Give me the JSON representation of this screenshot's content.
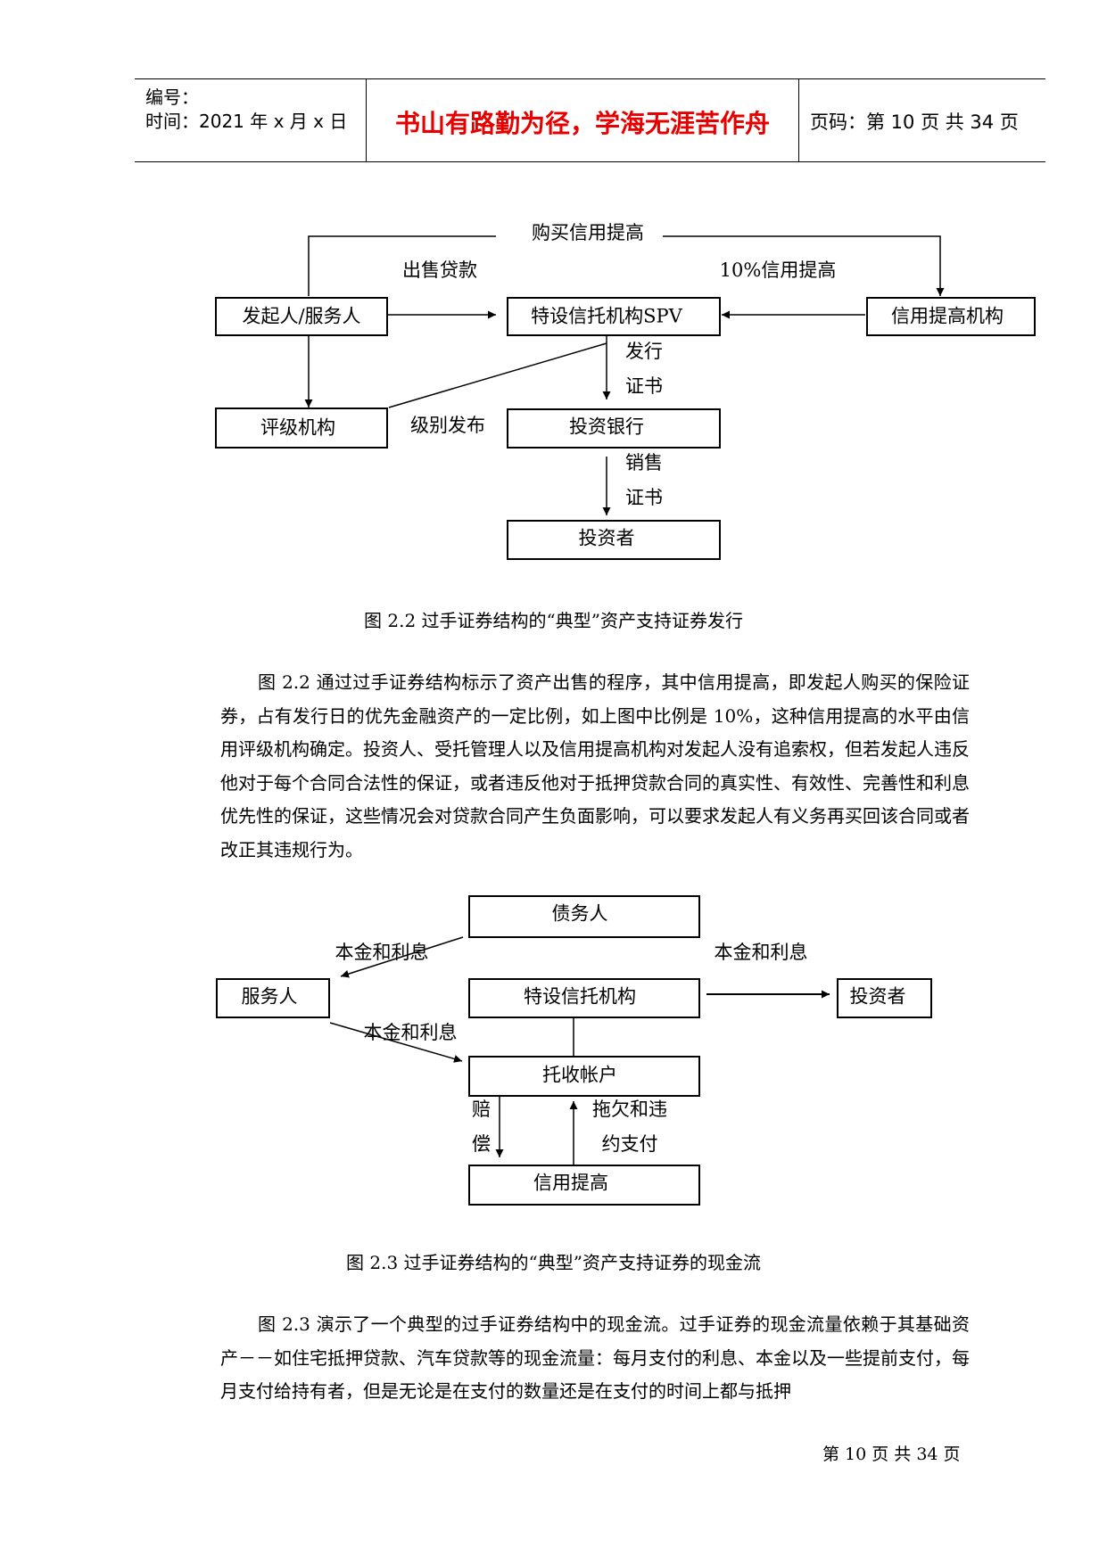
{
  "header": {
    "number_label": "编号：",
    "time_label": "时间：2021 年 x 月 x 日",
    "motto": "书山有路勤为径，学海无涯苦作舟",
    "page_info": "页码：第 10 页  共 34 页"
  },
  "figure1": {
    "nodes": {
      "originator": "发起人/服务人",
      "spv": "特设信托机构SPV",
      "credit_enhancer": "信用提高机构",
      "rating_agency": "评级机构",
      "investment_bank": "投资银行",
      "investors": "投资者"
    },
    "labels": {
      "buy_credit_enhancement": "购买信用提高",
      "sell_loans": "出售贷款",
      "ten_percent": "10%信用提高",
      "issue_1": "发行",
      "issue_2": "证书",
      "rating_publish": "级别发布",
      "sell_1": "销售",
      "sell_2": "证书"
    },
    "caption": "图 2.2 过手证券结构的“典型”资产支持证券发行"
  },
  "paragraph1": "图 2.2 通过过手证券结构标示了资产出售的程序，其中信用提高，即发起人购买的保险证券，占有发行日的优先金融资产的一定比例，如上图中比例是 10%，这种信用提高的水平由信用评级机构确定。投资人、受托管理人以及信用提高机构对发起人没有追索权，但若发起人违反他对于每个合同合法性的保证，或者违反他对于抵押贷款合同的真实性、有效性、完善性和利息优先性的保证，这些情况会对贷款合同产生负面影响，可以要求发起人有义务再买回该合同或者改正其违规行为。",
  "figure2": {
    "nodes": {
      "debtor": "债务人",
      "servicer": "服务人",
      "trust": "特设信托机构",
      "investors": "投资者",
      "collection_account": "托收帐户",
      "credit_enhancement": "信用提高"
    },
    "labels": {
      "principal_interest_1": "本金和利息",
      "principal_interest_2": "本金和利息",
      "principal_interest_3": "本金和利息",
      "compensation_1": "赔",
      "compensation_2": "偿",
      "default_1": "拖欠和违",
      "default_2": "约支付"
    },
    "caption": "图 2.3 过手证券结构的“典型”资产支持证券的现金流"
  },
  "paragraph2": "图 2.3 演示了一个典型的过手证券结构中的现金流。过手证券的现金流量依赖于其基础资产－－如住宅抵押贷款、汽车贷款等的现金流量：每月支付的利息、本金以及一些提前支付，每月支付给持有者，但是无论是在支付的数量还是在支付的时间上都与抵押",
  "footer": "第 10 页 共 34 页"
}
